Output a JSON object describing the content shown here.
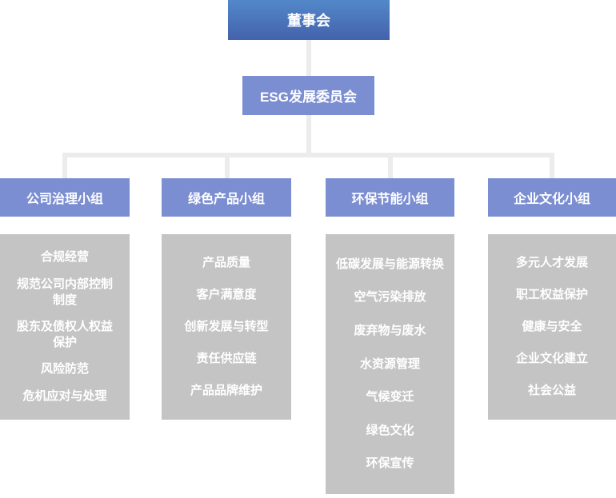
{
  "org_chart": {
    "type": "org-chart",
    "root": {
      "label": "董事会"
    },
    "committee": {
      "label": "ESG发展委员会"
    },
    "groups": [
      {
        "label": "公司治理小组",
        "items": [
          "合规经营",
          "规范公司内部控制制度",
          "股东及债权人权益保护",
          "风险防范",
          "危机应对与处理"
        ]
      },
      {
        "label": "绿色产品小组",
        "items": [
          "产品质量",
          "客户满意度",
          "创新发展与转型",
          "责任供应链",
          "产品品牌维护"
        ]
      },
      {
        "label": "环保节能小组",
        "items": [
          "低碳发展与能源转换",
          "空气污染排放",
          "废弃物与废水",
          "水资源管理",
          "气候变迁",
          "绿色文化",
          "环保宣传"
        ]
      },
      {
        "label": "企业文化小组",
        "items": [
          "多元人才发展",
          "职工权益保护",
          "健康与安全",
          "企业文化建立",
          "社会公益"
        ]
      }
    ],
    "colors": {
      "root_gradient_top": "#5288c9",
      "root_gradient_bottom": "#4462ad",
      "node_blue": "#7b8ed1",
      "panel_gray": "#c4c4c4",
      "connector_gray": "#ececec",
      "text": "#ffffff",
      "background": "#ffffff"
    }
  }
}
